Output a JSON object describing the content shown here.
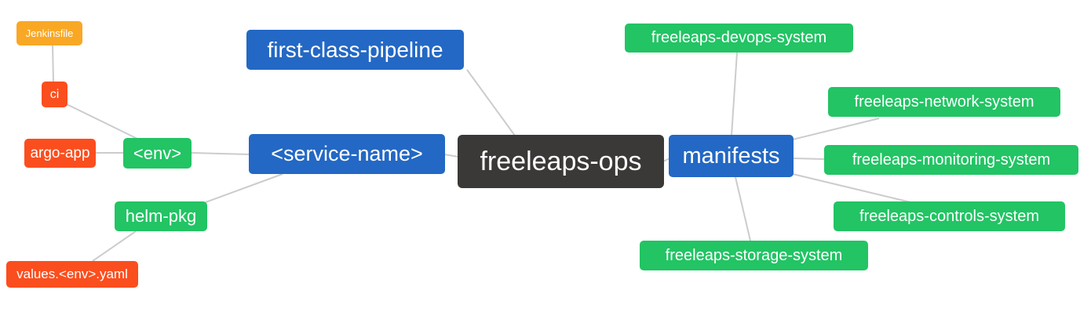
{
  "diagram": {
    "type": "mindmap",
    "root_label": "freeleaps-ops"
  },
  "colors": {
    "node_orange": "#F9A825",
    "node_red": "#FB4E1E",
    "node_green": "#22C464",
    "node_blue": "#2368C4",
    "node_dark": "#3B3838",
    "edge_gray": "#CCCCCC",
    "node_text": "#FFFFFF",
    "background": "#FFFFFF"
  },
  "nodes": {
    "jenkinsfile": {
      "label": "Jenkinsfile",
      "color": "#F9A825"
    },
    "ci": {
      "label": "ci",
      "color": "#FB4E1E"
    },
    "argo_app": {
      "label": "argo-app",
      "color": "#FB4E1E"
    },
    "env": {
      "label": "<env>",
      "color": "#22C464"
    },
    "helm_pkg": {
      "label": "helm-pkg",
      "color": "#22C464"
    },
    "values_env_yaml": {
      "label": "values.<env>.yaml",
      "color": "#FB4E1E"
    },
    "first_class_pipeline": {
      "label": "first-class-pipeline",
      "color": "#2368C4"
    },
    "service_name": {
      "label": "<service-name>",
      "color": "#2368C4"
    },
    "freeleaps_ops": {
      "label": "freeleaps-ops",
      "color": "#3B3838"
    },
    "manifests": {
      "label": "manifests",
      "color": "#2368C4"
    },
    "devops_system": {
      "label": "freeleaps-devops-system",
      "color": "#22C464"
    },
    "network_system": {
      "label": "freeleaps-network-system",
      "color": "#22C464"
    },
    "monitoring_system": {
      "label": "freeleaps-monitoring-system",
      "color": "#22C464"
    },
    "controls_system": {
      "label": "freeleaps-controls-system",
      "color": "#22C464"
    },
    "storage_system": {
      "label": "freeleaps-storage-system",
      "color": "#22C464"
    }
  },
  "edges": [
    [
      "jenkinsfile",
      "ci"
    ],
    [
      "ci",
      "env"
    ],
    [
      "argo_app",
      "env"
    ],
    [
      "env",
      "service_name"
    ],
    [
      "helm_pkg",
      "service_name"
    ],
    [
      "values_env_yaml",
      "helm_pkg"
    ],
    [
      "first_class_pipeline",
      "freeleaps_ops"
    ],
    [
      "service_name",
      "freeleaps_ops"
    ],
    [
      "freeleaps_ops",
      "manifests"
    ],
    [
      "manifests",
      "devops_system"
    ],
    [
      "manifests",
      "network_system"
    ],
    [
      "manifests",
      "monitoring_system"
    ],
    [
      "manifests",
      "controls_system"
    ],
    [
      "manifests",
      "storage_system"
    ]
  ]
}
